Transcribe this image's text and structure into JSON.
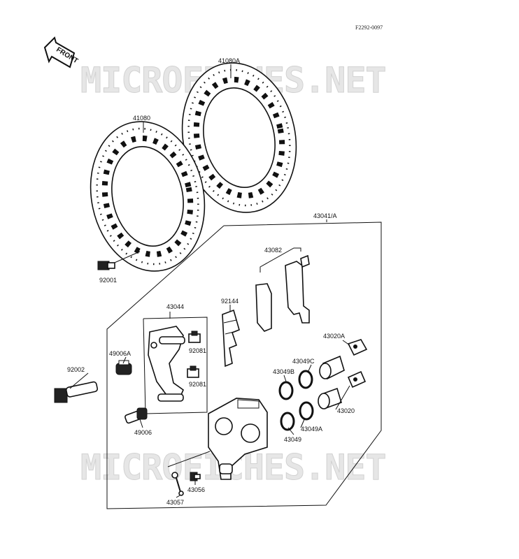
{
  "diagram_code": "F2292-0097",
  "front_arrow_label": "FRONT",
  "watermarks": [
    "MICROFICHES.NET",
    "MICROFICHES.NET"
  ],
  "parts": {
    "p41080A": "41080A",
    "p41080": "41080",
    "p43041A": "43041/A",
    "p43082": "43082",
    "p92144": "92144",
    "p43044": "43044",
    "p92001": "92001",
    "p92081a": "92081",
    "p92081b": "92081",
    "p49006A": "49006A",
    "p92002": "92002",
    "p49006": "49006",
    "p43020A": "43020A",
    "p43049C": "43049C",
    "p43049B": "43049B",
    "p43020": "43020",
    "p43049A": "43049A",
    "p43049": "43049",
    "p43056": "43056",
    "p43057": "43057"
  }
}
